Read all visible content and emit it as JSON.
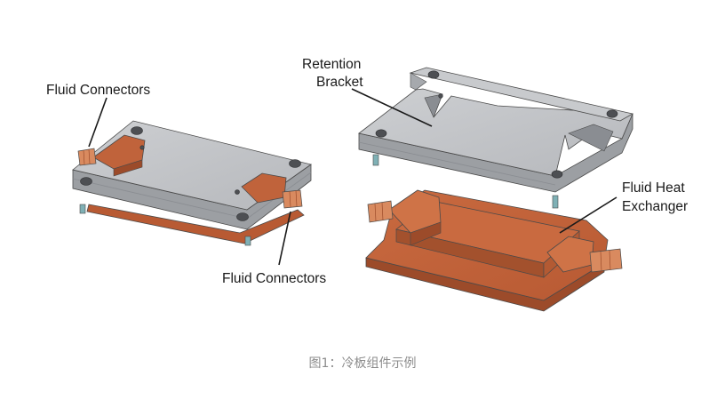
{
  "labels": {
    "fluid_connectors_top": "Fluid Connectors",
    "fluid_connectors_bottom": "Fluid Connectors",
    "retention_bracket_line1": "Retention",
    "retention_bracket_line2": "Bracket",
    "fluid_heat_exchanger_line1": "Fluid Heat",
    "fluid_heat_exchanger_line2": "Exchanger"
  },
  "caption": "图1：冷板组件示例",
  "colors": {
    "gray_top": "#c2c4c7",
    "gray_side": "#9c9fa3",
    "gray_dark": "#7d8085",
    "copper": "#c0633b",
    "copper_dark": "#9c4b2a",
    "copper_light": "#d98a5f",
    "caption": "#8c8c8c",
    "edge": "#4a4a4a"
  }
}
